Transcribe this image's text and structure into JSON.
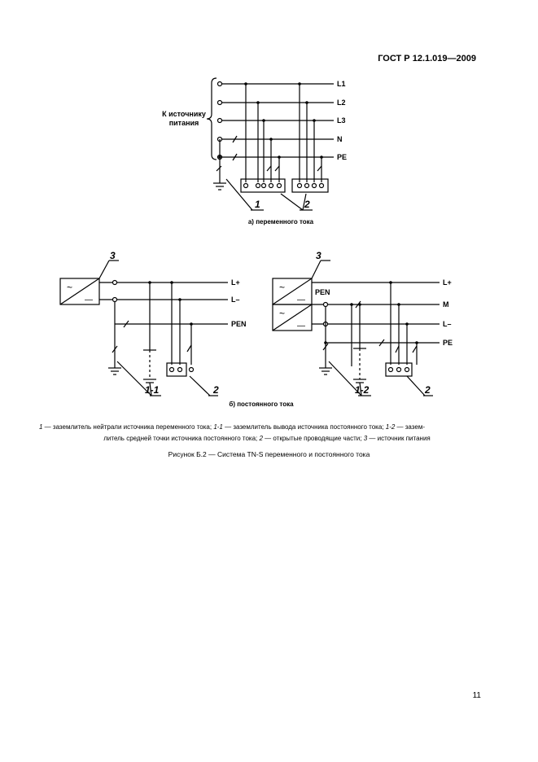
{
  "header": {
    "doc_id": "ГОСТ Р 12.1.019—2009"
  },
  "diagram_a": {
    "labels": [
      "L1",
      "L2",
      "L3",
      "N",
      "PE"
    ],
    "source_label_line1": "К источнику",
    "source_label_line2": "питания",
    "marker_1": "1",
    "marker_2": "2",
    "caption": "а) переменного тока"
  },
  "diagram_b": {
    "left_labels": [
      "L+",
      "L–",
      "PEN"
    ],
    "left_markers": [
      "3",
      "1-1",
      "2"
    ],
    "right_labels": [
      "L+",
      "M",
      "L–",
      "PE",
      "PEN"
    ],
    "right_markers": [
      "3",
      "1-2",
      "2"
    ],
    "ac_symbol": "~",
    "dc_symbol": "—",
    "caption": "б) постоянного тока"
  },
  "legend": {
    "n1": "1",
    "t1": " — заземлитель нейтрали источника переменного тока; ",
    "n2": "1-1",
    "t2": " — заземлитель вывода источника постоянного тока; ",
    "n3": "1-2",
    "t3": " — зазем-",
    "t4": "литель средней точки источника постоянного тока; ",
    "n4": "2",
    "t5": " — открытые проводящие части; ",
    "n5": "3",
    "t6": " — источник питания"
  },
  "figure_title": "Рисунок Б.2 — Система TN-S переменного и постоянного тока",
  "page_number": "11"
}
